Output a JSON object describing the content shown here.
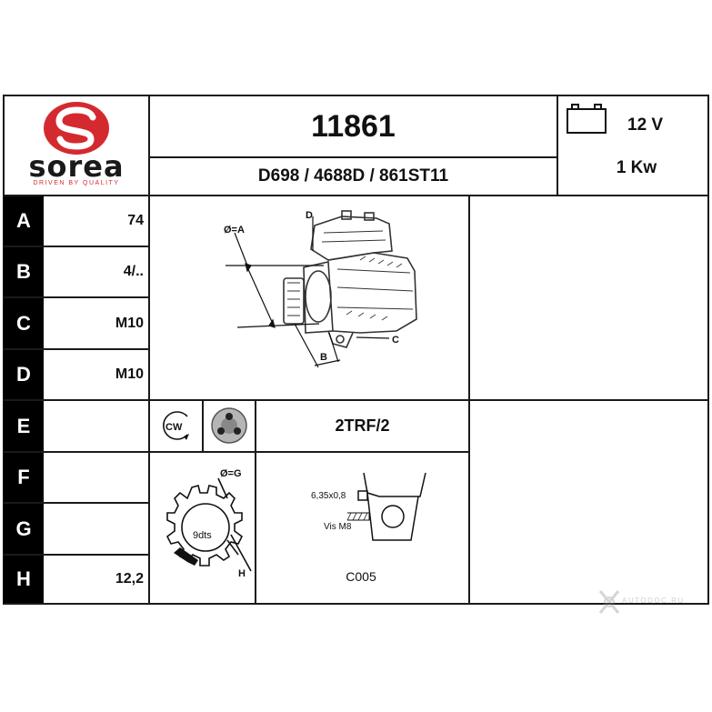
{
  "brand": {
    "name": "sorea",
    "tagline": "DRIVEN BY QUALITY",
    "accent_color": "#d42a2f"
  },
  "product": {
    "part_number": "11861",
    "cross_references": "D698 / 4688D / 861ST11"
  },
  "power": {
    "voltage": "12 V",
    "output": "1 Kw",
    "icon": "battery-icon"
  },
  "specs": [
    {
      "letter": "A",
      "value": "74"
    },
    {
      "letter": "B",
      "value": "4/.."
    },
    {
      "letter": "C",
      "value": "M10"
    },
    {
      "letter": "D",
      "value": "M10"
    },
    {
      "letter": "E",
      "value": ""
    },
    {
      "letter": "F",
      "value": ""
    },
    {
      "letter": "G",
      "value": ""
    },
    {
      "letter": "H",
      "value": "12,2"
    }
  ],
  "diagram_labels": {
    "diameter": "Ø=A",
    "d": "D",
    "c": "C",
    "b": "B"
  },
  "rotation": {
    "label": "CW",
    "icon": "rotation-clockwise-icon"
  },
  "connector_icon": "three-hole-flange-icon",
  "flange_code": "2TRF/2",
  "pinion": {
    "diameter_label": "Ø=G",
    "teeth": "9dts",
    "h_label": "H"
  },
  "terminal": {
    "size": "6,35x0,8",
    "screw": "Vis M8",
    "code": "C005"
  },
  "watermark": "AUTODOC.RU"
}
